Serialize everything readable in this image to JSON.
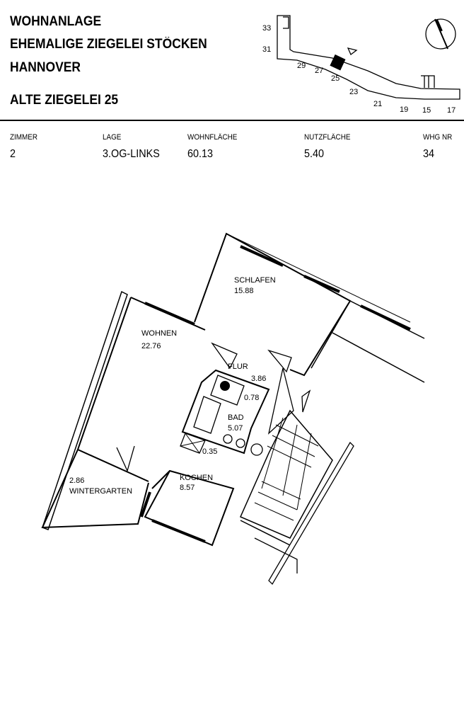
{
  "header": {
    "line1": "WOHNANLAGE",
    "line2": "EHEMALIGE ZIEGELEI STÖCKEN",
    "line3": "HANNOVER",
    "address": "ALTE ZIEGELEI  25"
  },
  "site_plan": {
    "house_numbers": [
      "33",
      "31",
      "29",
      "27",
      "25",
      "23",
      "21",
      "19",
      "15",
      "17"
    ],
    "highlighted": "25"
  },
  "info": {
    "zimmer": {
      "label": "ZIMMER",
      "value": "2"
    },
    "lage": {
      "label": "LAGE",
      "value": "3.OG-LINKS"
    },
    "wohnflaeche": {
      "label": "WOHNFLÄCHE",
      "value": "60.13"
    },
    "nutzflaeche": {
      "label": "NUTZFLÄCHE",
      "value": "5.40"
    },
    "whg_nr": {
      "label": "WHG  NR",
      "value": "34"
    }
  },
  "rooms": {
    "schlafen": {
      "name": "SCHLAFEN",
      "area": "15.88"
    },
    "wohnen": {
      "name": "WOHNEN",
      "area": "22.76"
    },
    "flur": {
      "name": "FLUR",
      "area": "3.86"
    },
    "abstell": {
      "area": "0.78"
    },
    "bad": {
      "name": "BAD",
      "area": "5.07"
    },
    "schacht": {
      "area": "0.35"
    },
    "kochen": {
      "name": "KOCHEN",
      "area": "8.57"
    },
    "wintergarten": {
      "name": "WINTERGARTEN",
      "area": "2.86"
    }
  }
}
